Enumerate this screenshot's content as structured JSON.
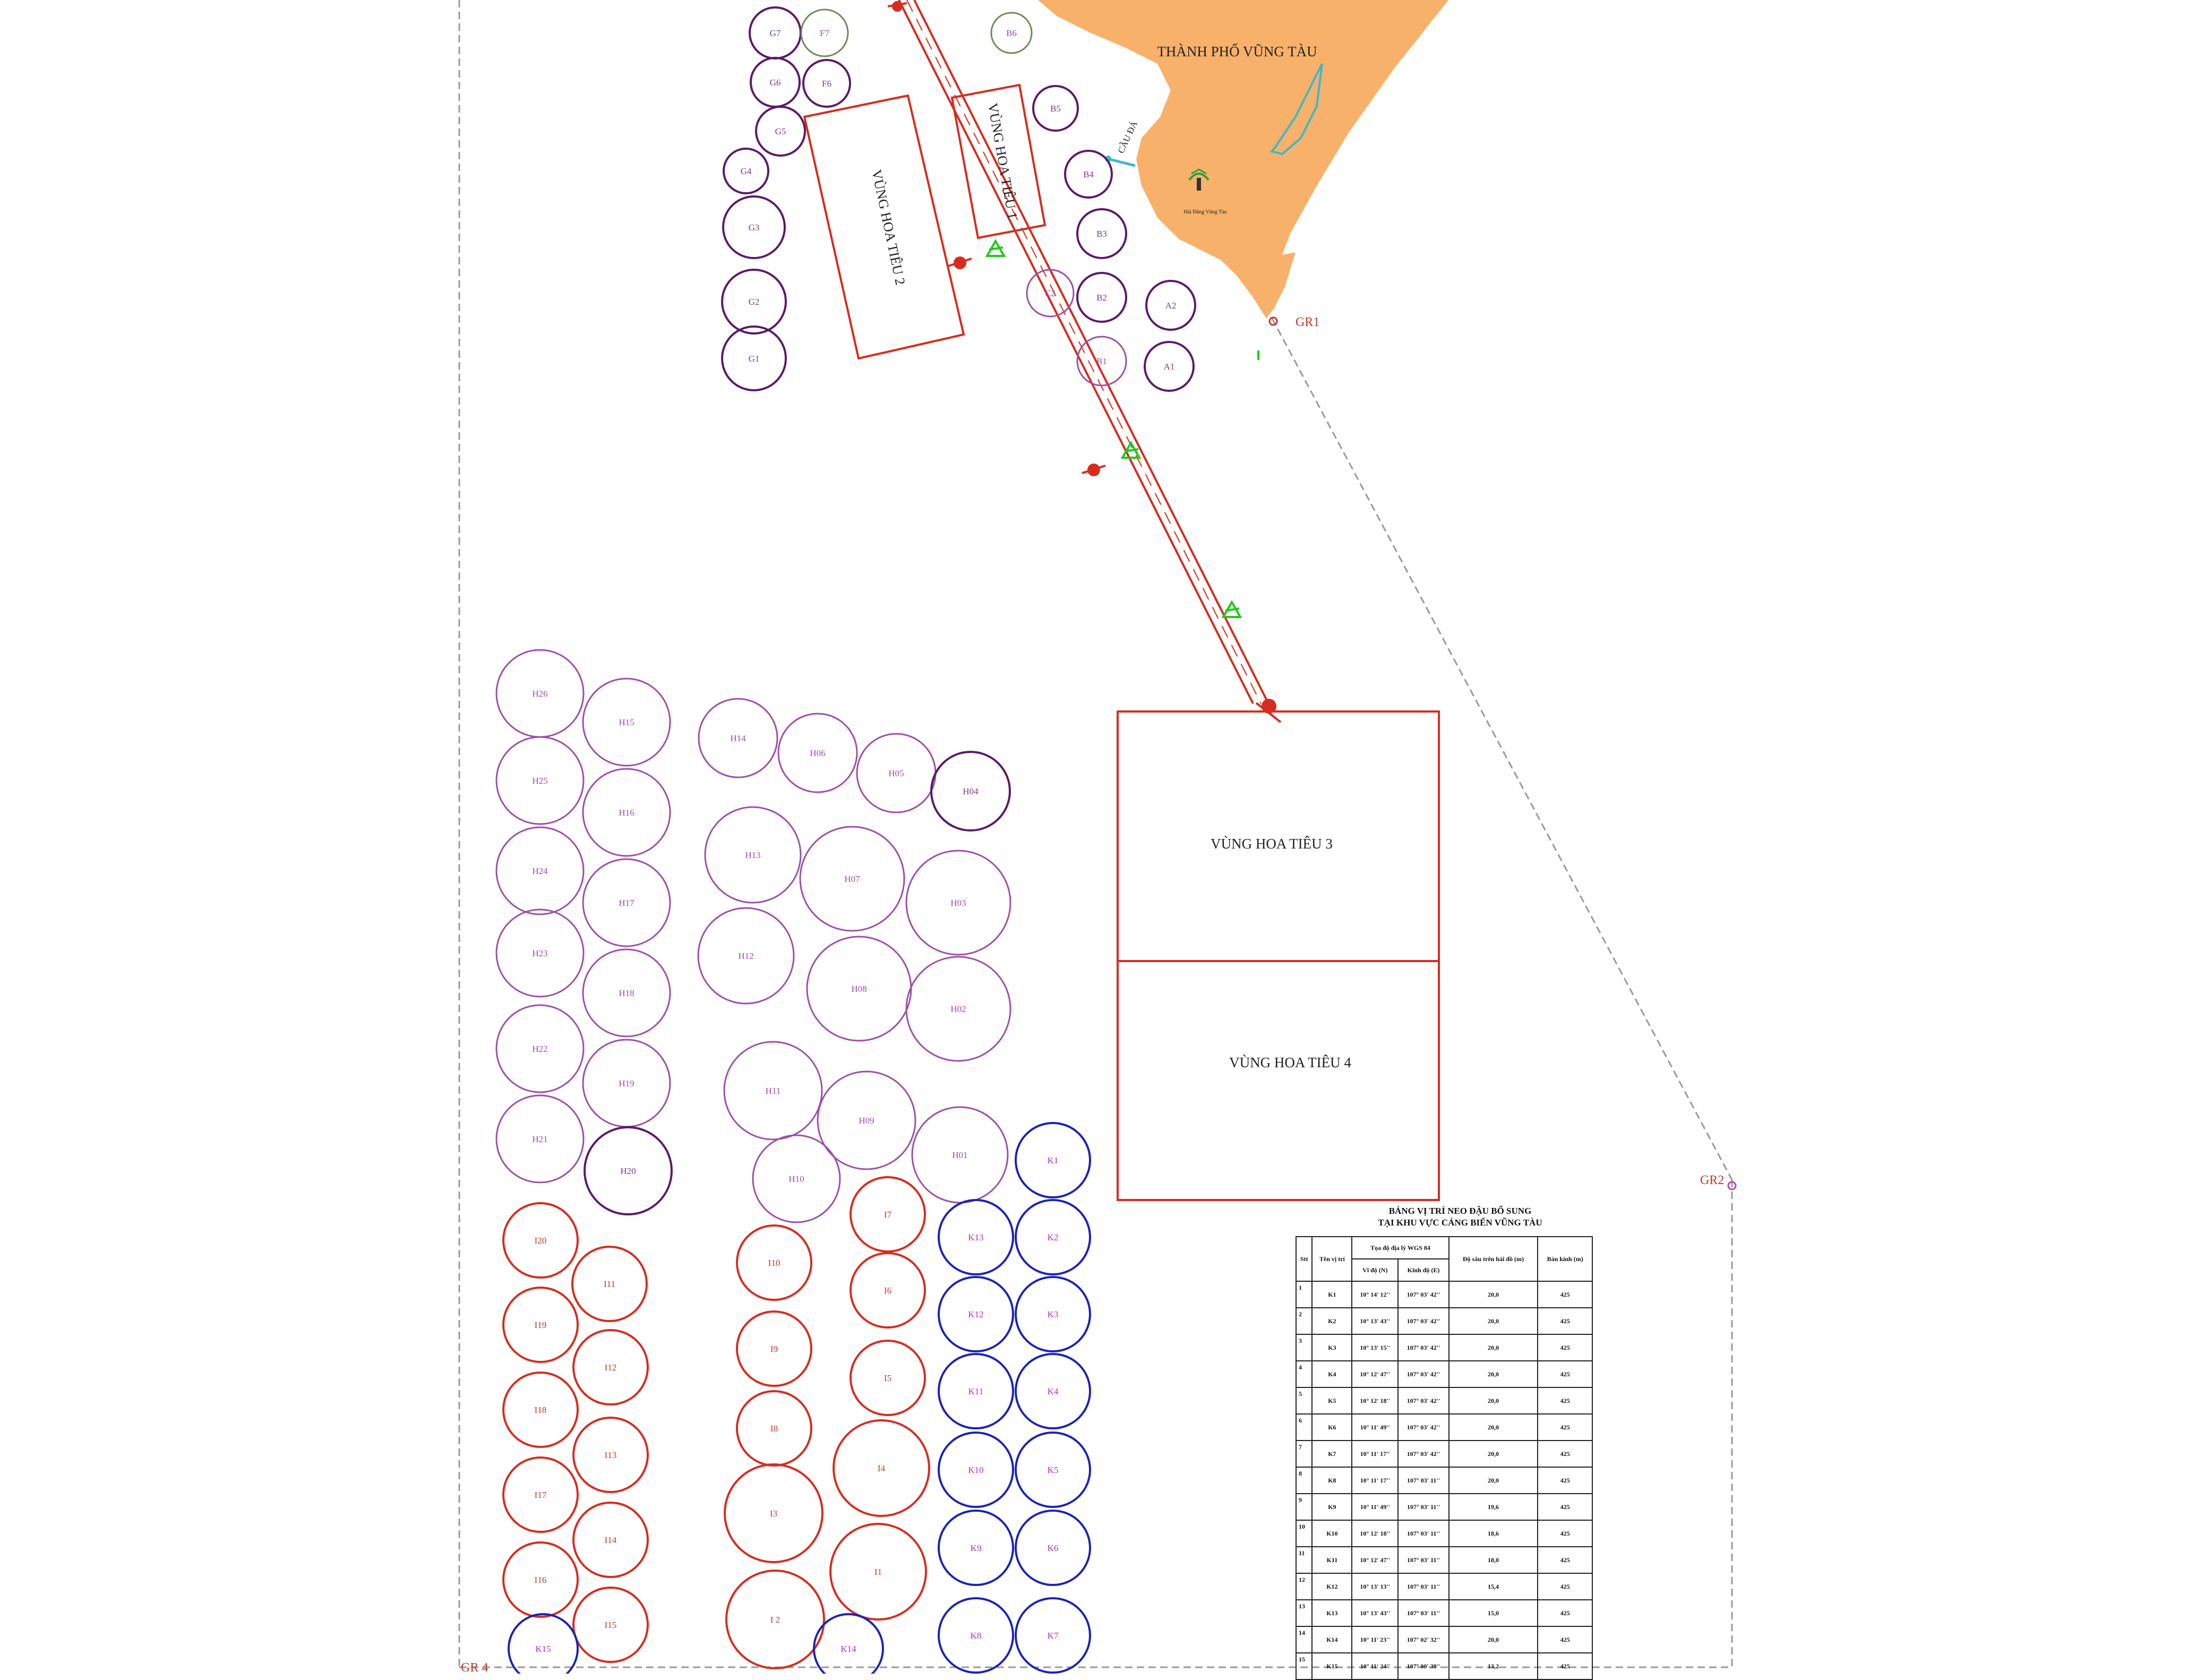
{
  "map": {
    "city_label": "THÀNH PHỐ VŨNG TÀU",
    "pier_label": "CẦU ĐÁ",
    "statue_label": "Hải Đăng Vũng Tàu",
    "colors": {
      "land": "#f7b16a",
      "pilot_zone": "#d62c20",
      "channel": "#d62c20",
      "boundary": "#9a9a9a",
      "buoy_green": "#22c81c",
      "purple_zone": "#8a3f94",
      "red_zone": "#d62c20",
      "blue_zone": "#1c22b6",
      "olive_zone": "#6f8a58"
    },
    "zones_pilot": [
      {
        "id": "pz1",
        "label": "VÙNG HOA TIÊU 1"
      },
      {
        "id": "pz2",
        "label": "VÙNG HOA TIÊU 2"
      },
      {
        "id": "pz3",
        "label": "VÙNG HOA TIÊU 3"
      },
      {
        "id": "pz4",
        "label": "VÙNG HOA TIÊU 4"
      }
    ],
    "boundary_points": [
      {
        "id": "gr1",
        "label": "GR1"
      },
      {
        "id": "gr2",
        "label": "GR2"
      },
      {
        "id": "gr4",
        "label": "GR 4"
      }
    ],
    "anchorages": [
      {
        "l": "G7",
        "c": "dpurple"
      },
      {
        "l": "F7",
        "c": "olive"
      },
      {
        "l": "B6",
        "c": "olive"
      },
      {
        "l": "G6",
        "c": "dpurple"
      },
      {
        "l": "F6",
        "c": "dpurple"
      },
      {
        "l": "B5",
        "c": "dpurple"
      },
      {
        "l": "G5",
        "c": "dpurple"
      },
      {
        "l": "G4",
        "c": "dpurple"
      },
      {
        "l": "B4",
        "c": "dpurple"
      },
      {
        "l": "G3",
        "c": "dpurple"
      },
      {
        "l": "B3",
        "c": "dpurple"
      },
      {
        "l": "C2",
        "c": "purple"
      },
      {
        "l": "B2",
        "c": "dpurple"
      },
      {
        "l": "A2",
        "c": "dpurple"
      },
      {
        "l": "G2",
        "c": "dpurple"
      },
      {
        "l": "G1",
        "c": "dpurple"
      },
      {
        "l": "B1",
        "c": "purple"
      },
      {
        "l": "A1",
        "c": "dpurple"
      },
      {
        "l": "H26",
        "c": "purple"
      },
      {
        "l": "H15",
        "c": "purple"
      },
      {
        "l": "H25",
        "c": "purple"
      },
      {
        "l": "H16",
        "c": "purple"
      },
      {
        "l": "H24",
        "c": "purple"
      },
      {
        "l": "H17",
        "c": "purple"
      },
      {
        "l": "H23",
        "c": "purple"
      },
      {
        "l": "H18",
        "c": "purple"
      },
      {
        "l": "H22",
        "c": "purple"
      },
      {
        "l": "H19",
        "c": "purple"
      },
      {
        "l": "H21",
        "c": "purple"
      },
      {
        "l": "H20",
        "c": "dpurple"
      },
      {
        "l": "H14",
        "c": "purple"
      },
      {
        "l": "H06",
        "c": "purple"
      },
      {
        "l": "H05",
        "c": "purple"
      },
      {
        "l": "H04",
        "c": "dpurple"
      },
      {
        "l": "H13",
        "c": "purple"
      },
      {
        "l": "H07",
        "c": "purple"
      },
      {
        "l": "H03",
        "c": "purple"
      },
      {
        "l": "H12",
        "c": "purple"
      },
      {
        "l": "H08",
        "c": "purple"
      },
      {
        "l": "H02",
        "c": "purple"
      },
      {
        "l": "H11",
        "c": "purple"
      },
      {
        "l": "H09",
        "c": "purple"
      },
      {
        "l": "H10",
        "c": "purple"
      },
      {
        "l": "H01",
        "c": "purple"
      },
      {
        "l": "I20",
        "c": "red"
      },
      {
        "l": "I11",
        "c": "red"
      },
      {
        "l": "I19",
        "c": "red"
      },
      {
        "l": "I12",
        "c": "red"
      },
      {
        "l": "I18",
        "c": "red"
      },
      {
        "l": "I13",
        "c": "red"
      },
      {
        "l": "I17",
        "c": "red"
      },
      {
        "l": "I14",
        "c": "red"
      },
      {
        "l": "I16",
        "c": "red"
      },
      {
        "l": "I15",
        "c": "red"
      },
      {
        "l": "I10",
        "c": "red"
      },
      {
        "l": "I9",
        "c": "red"
      },
      {
        "l": "I8",
        "c": "red"
      },
      {
        "l": "I3",
        "c": "red"
      },
      {
        "l": "I 2",
        "c": "red"
      },
      {
        "l": "I7",
        "c": "red"
      },
      {
        "l": "I6",
        "c": "red"
      },
      {
        "l": "I5",
        "c": "red"
      },
      {
        "l": "I4",
        "c": "red"
      },
      {
        "l": "I1",
        "c": "red"
      },
      {
        "l": "K1",
        "c": "blue"
      },
      {
        "l": "K13",
        "c": "blue"
      },
      {
        "l": "K2",
        "c": "blue"
      },
      {
        "l": "K12",
        "c": "blue"
      },
      {
        "l": "K3",
        "c": "blue"
      },
      {
        "l": "K11",
        "c": "blue"
      },
      {
        "l": "K4",
        "c": "blue"
      },
      {
        "l": "K10",
        "c": "blue"
      },
      {
        "l": "K5",
        "c": "blue"
      },
      {
        "l": "K9",
        "c": "blue"
      },
      {
        "l": "K6",
        "c": "blue"
      },
      {
        "l": "K8",
        "c": "blue"
      },
      {
        "l": "K7",
        "c": "blue"
      },
      {
        "l": "K15",
        "c": "blue"
      },
      {
        "l": "K14",
        "c": "blue"
      }
    ]
  },
  "legend": {
    "title_line1": "BẢNG VỊ TRÍ NEO ĐẬU BỔ SUNG",
    "title_line2": "TẠI KHU VỰC CẢNG BIỂN VŨNG TÀU",
    "headers": {
      "stt": "Stt",
      "name": "Tên vị trí",
      "coord_group": "Tọa độ địa lý WGS 84",
      "lat": "Vĩ độ (N)",
      "lon": "Kinh độ (E)",
      "depth": "Độ sâu trên hải đồ (m)",
      "radius": "Bán kính (m)"
    },
    "rows": [
      [
        "1",
        "K1",
        "10° 14' 12''",
        "107° 03' 42''",
        "20,0",
        "425"
      ],
      [
        "2",
        "K2",
        "10° 13' 43''",
        "107° 03' 42''",
        "20,0",
        "425"
      ],
      [
        "3",
        "K3",
        "10° 13' 15''",
        "107° 03' 42''",
        "20,0",
        "425"
      ],
      [
        "4",
        "K4",
        "10° 12' 47''",
        "107° 03' 42''",
        "20,0",
        "425"
      ],
      [
        "5",
        "K5",
        "10° 12' 18''",
        "107° 03' 42''",
        "20,0",
        "425"
      ],
      [
        "6",
        "K6",
        "10° 11' 49''",
        "107° 03' 42''",
        "20,0",
        "425"
      ],
      [
        "7",
        "K7",
        "10° 11' 17''",
        "107° 03' 42''",
        "20,0",
        "425"
      ],
      [
        "8",
        "K8",
        "10° 11' 17''",
        "107° 03' 11''",
        "20,0",
        "425"
      ],
      [
        "9",
        "K9",
        "10° 11' 49''",
        "107° 03' 11''",
        "19,6",
        "425"
      ],
      [
        "10",
        "K10",
        "10° 12' 18''",
        "107° 03' 11''",
        "18,6",
        "425"
      ],
      [
        "11",
        "K11",
        "10° 12' 47''",
        "107° 03' 11''",
        "18,0",
        "425"
      ],
      [
        "12",
        "K12",
        "10° 13' 13''",
        "107° 03' 11''",
        "15,4",
        "425"
      ],
      [
        "13",
        "K13",
        "10° 13' 43''",
        "107° 03' 11''",
        "15,0",
        "425"
      ],
      [
        "14",
        "K14",
        "10° 11' 23''",
        "107° 02' 32''",
        "20,0",
        "425"
      ],
      [
        "15",
        "K15",
        "10° 11' 24''",
        "107° 00' 39''",
        "13,2",
        "425"
      ]
    ]
  }
}
